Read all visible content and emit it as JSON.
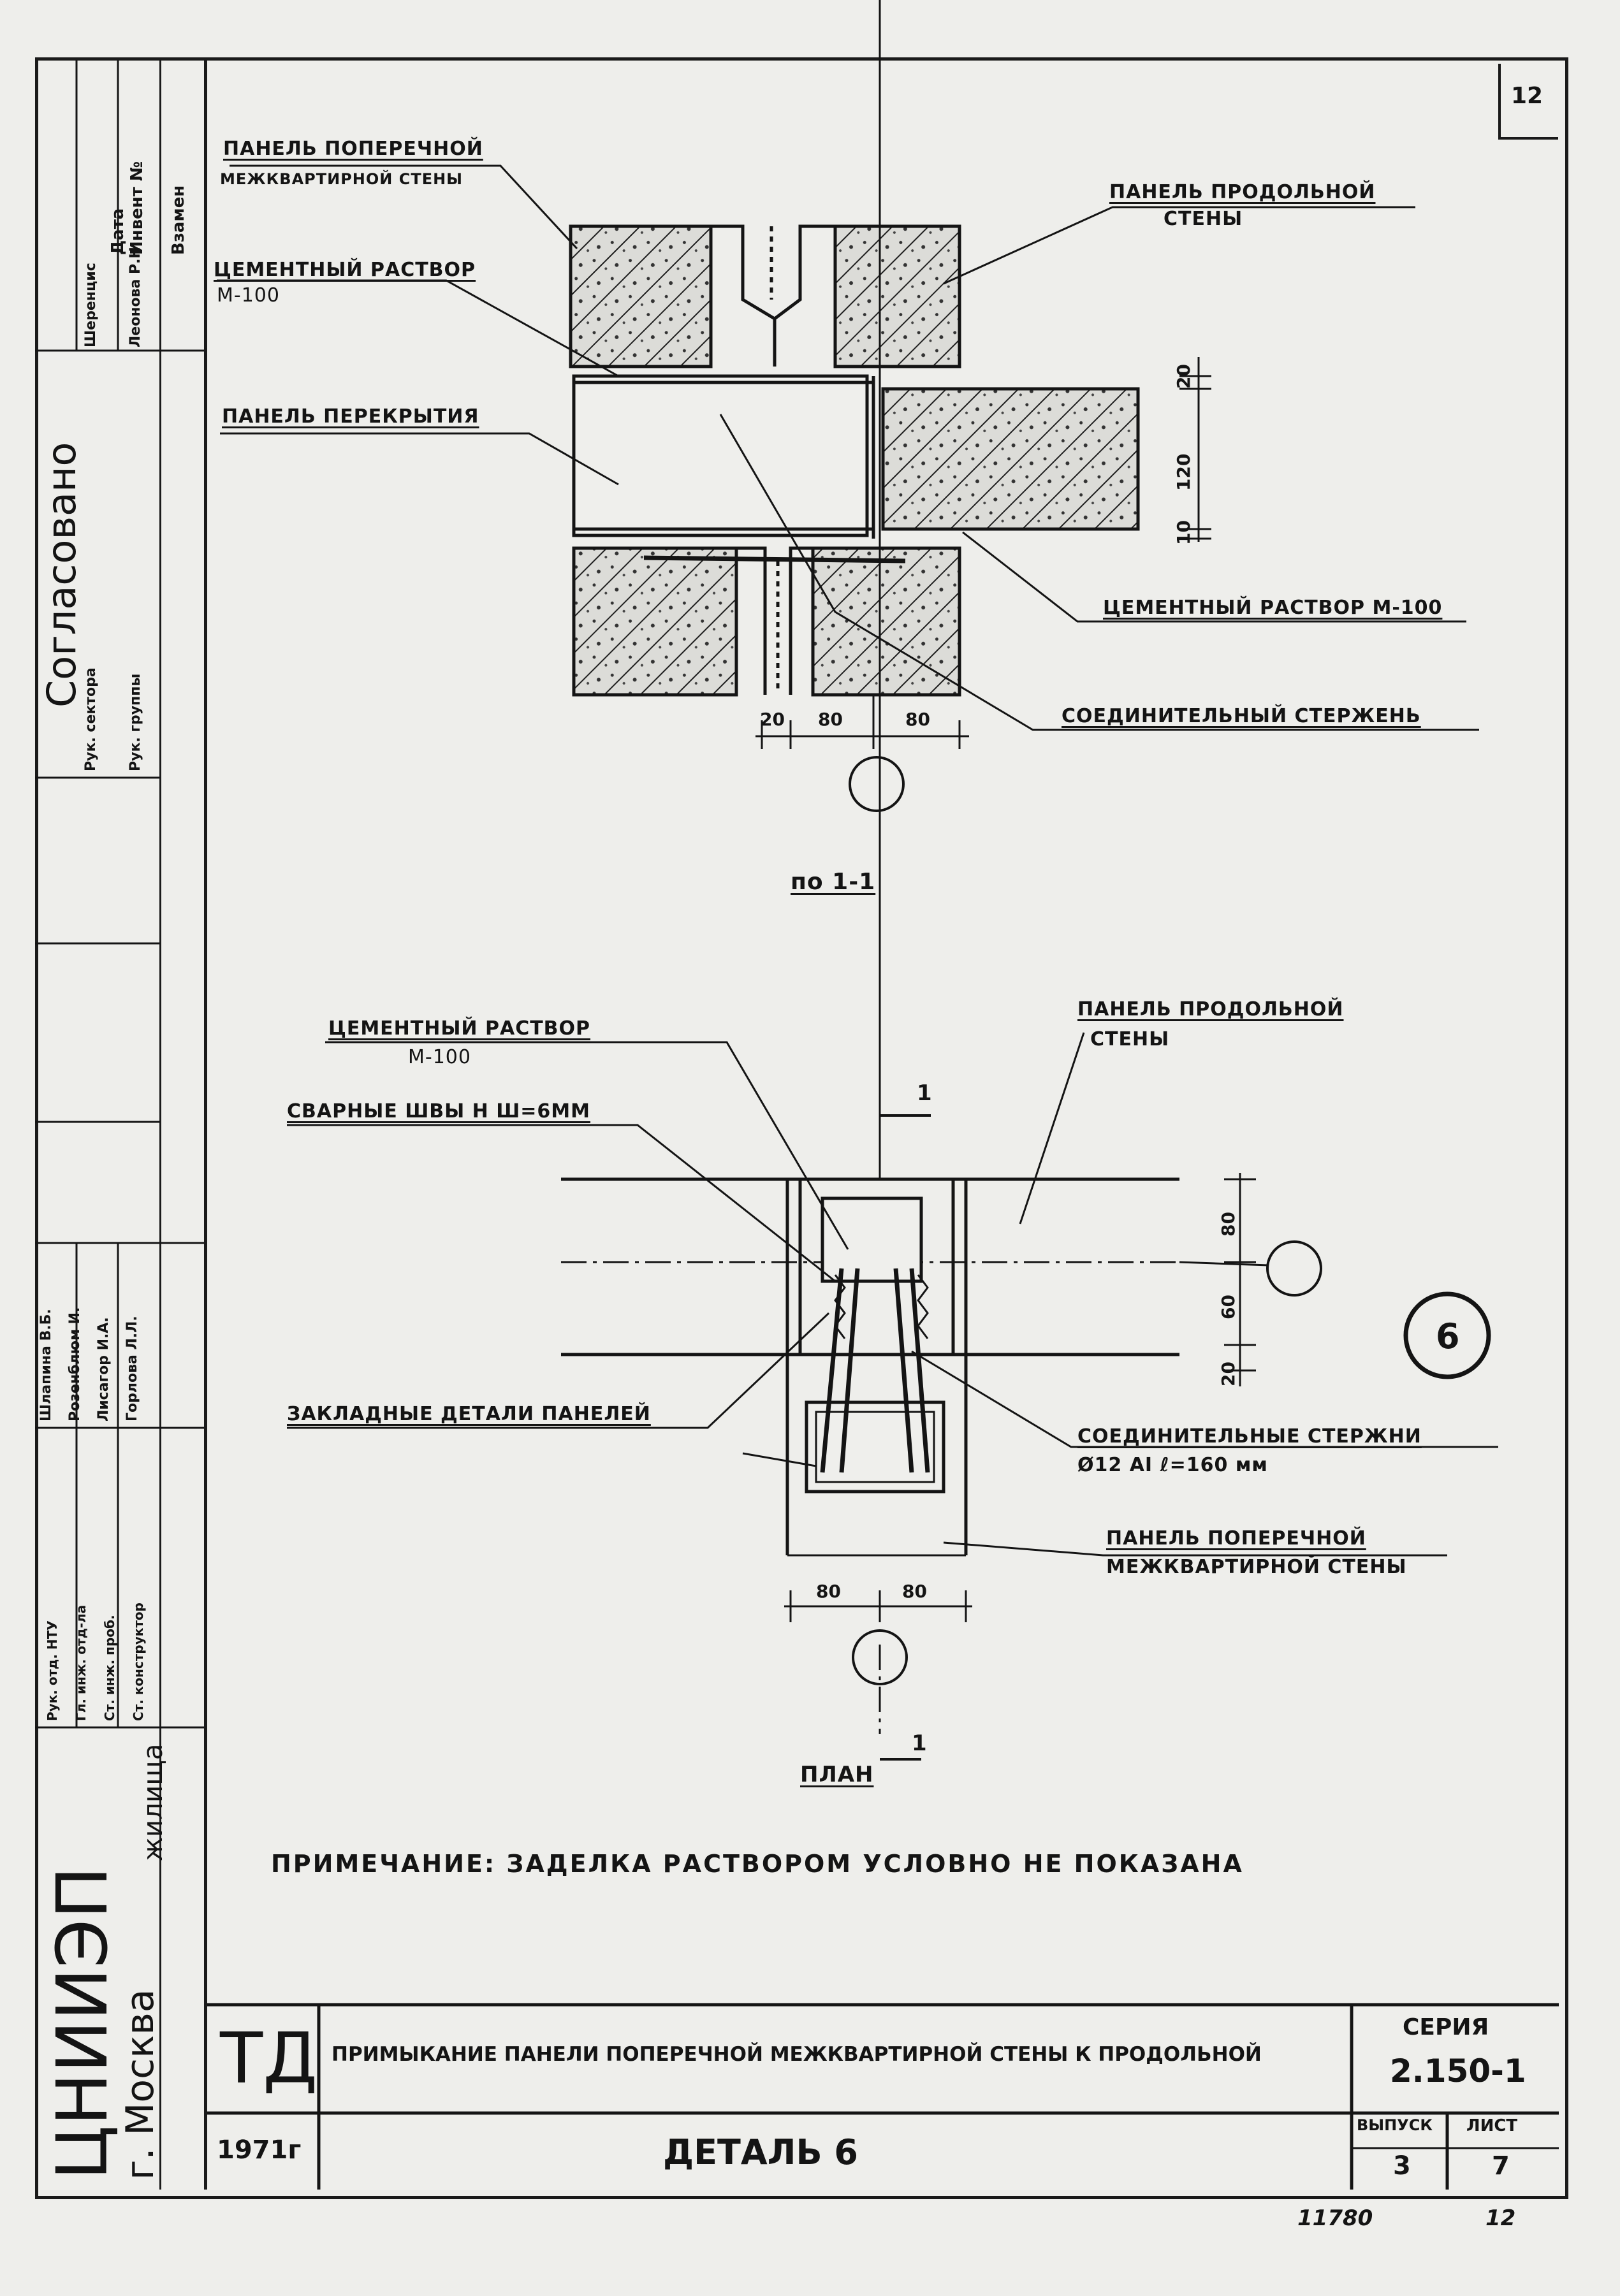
{
  "sheet_number": "12",
  "section": {
    "title": "по 1-1",
    "labels": {
      "cross_wall_panel_1": "Панель поперечной",
      "cross_wall_panel_2": "межквартирной стены",
      "longitudinal_panel_1": "Панель продольной",
      "longitudinal_panel_2": "стены",
      "mortar_1": "Цементный раствор",
      "mortar_2": "М-100",
      "floor_panel": "Панель перекрытия",
      "mortar_m100": "Цементный раствор М-100",
      "connecting_rod": "Соединительный стержень"
    },
    "dims_vertical": [
      "20",
      "120",
      "10"
    ],
    "dims_horizontal": [
      "20",
      "80",
      "80"
    ]
  },
  "plan": {
    "title": "План",
    "section_mark": "1",
    "detail_number": "6",
    "labels": {
      "mortar_1": "Цементный раствор",
      "mortar_2": "М-100",
      "welds": "Сварные швы h ш=6мм",
      "embedded_parts": "Закладные детали панелей",
      "rods_1": "Соединительные стержни",
      "rods_2": "Ø12 AI  ℓ=160 мм",
      "longitudinal_panel_1": "Панель продольной",
      "longitudinal_panel_2": "стены",
      "cross_wall_panel_1": "Панель поперечной",
      "cross_wall_panel_2": "межквартирной стены"
    },
    "dims_vertical": [
      "80",
      "60",
      "20"
    ],
    "dims_horizontal": [
      "80",
      "80"
    ]
  },
  "note": "Примечание: заделка раствором условно не показана",
  "title_block": {
    "code": "ТД",
    "year": "1971г",
    "title": "Примыкание панели поперечной межквартирной стены к продольной",
    "subtitle": "деталь 6",
    "series_label": "Серия",
    "series_value": "2.150-1",
    "issue_label": "Выпуск",
    "issue_value": "3",
    "sheet_label": "Лист",
    "sheet_value": "7",
    "bottom_note_1": "11780",
    "bottom_note_2": "12"
  },
  "side_block": {
    "org": "ЦНИИЭП",
    "org_dept": "жилища",
    "city": "г. Москва",
    "agreed": "Согласовано",
    "date_label": "Дата",
    "inv_label": "Инвент №",
    "replace_label": "Взамен",
    "roles": [
      "Рук. отд. НТУ",
      "Гл. инж. отд-ла",
      "Ст. инж. проб.",
      "Ст. конструктор"
    ],
    "names": [
      "Шлапина В.Б.",
      "Розенблюм И.",
      "Лисагор И.А.",
      "Горлова Л.Л."
    ],
    "top_roles": [
      "Рук. сектора",
      "Рук. группы"
    ],
    "top_names": [
      "Шеренцис",
      "Леонова Р.Н."
    ]
  }
}
